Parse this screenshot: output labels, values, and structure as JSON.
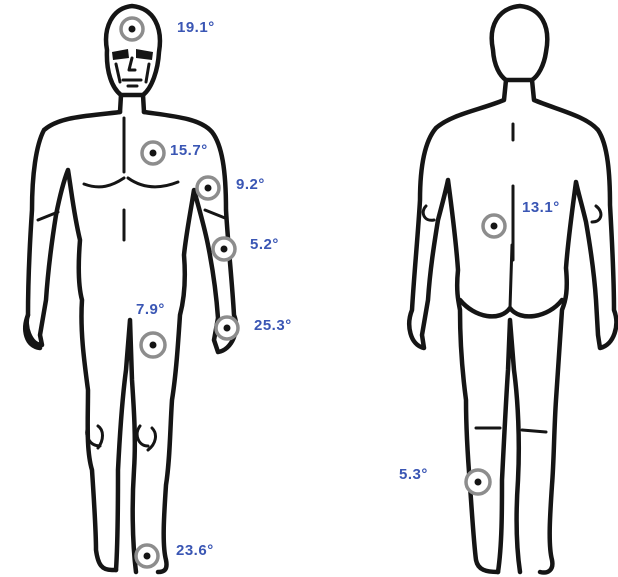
{
  "front_figure": {
    "markers": [
      {
        "id": "forehead",
        "label": "19.1°"
      },
      {
        "id": "chest",
        "label": "15.7°"
      },
      {
        "id": "shoulder",
        "label": "9.2°"
      },
      {
        "id": "forearm",
        "label": "5.2°"
      },
      {
        "id": "hand",
        "label": "25.3°"
      },
      {
        "id": "thigh",
        "label": "7.9°"
      },
      {
        "id": "ankle",
        "label": "23.6°"
      }
    ]
  },
  "back_figure": {
    "markers": [
      {
        "id": "lower-back",
        "label": "13.1°"
      },
      {
        "id": "calf",
        "label": "5.3°"
      }
    ]
  },
  "colors": {
    "label": "#3a56b4",
    "outline": "#151515",
    "marker_ring": "#8d8d8d"
  }
}
